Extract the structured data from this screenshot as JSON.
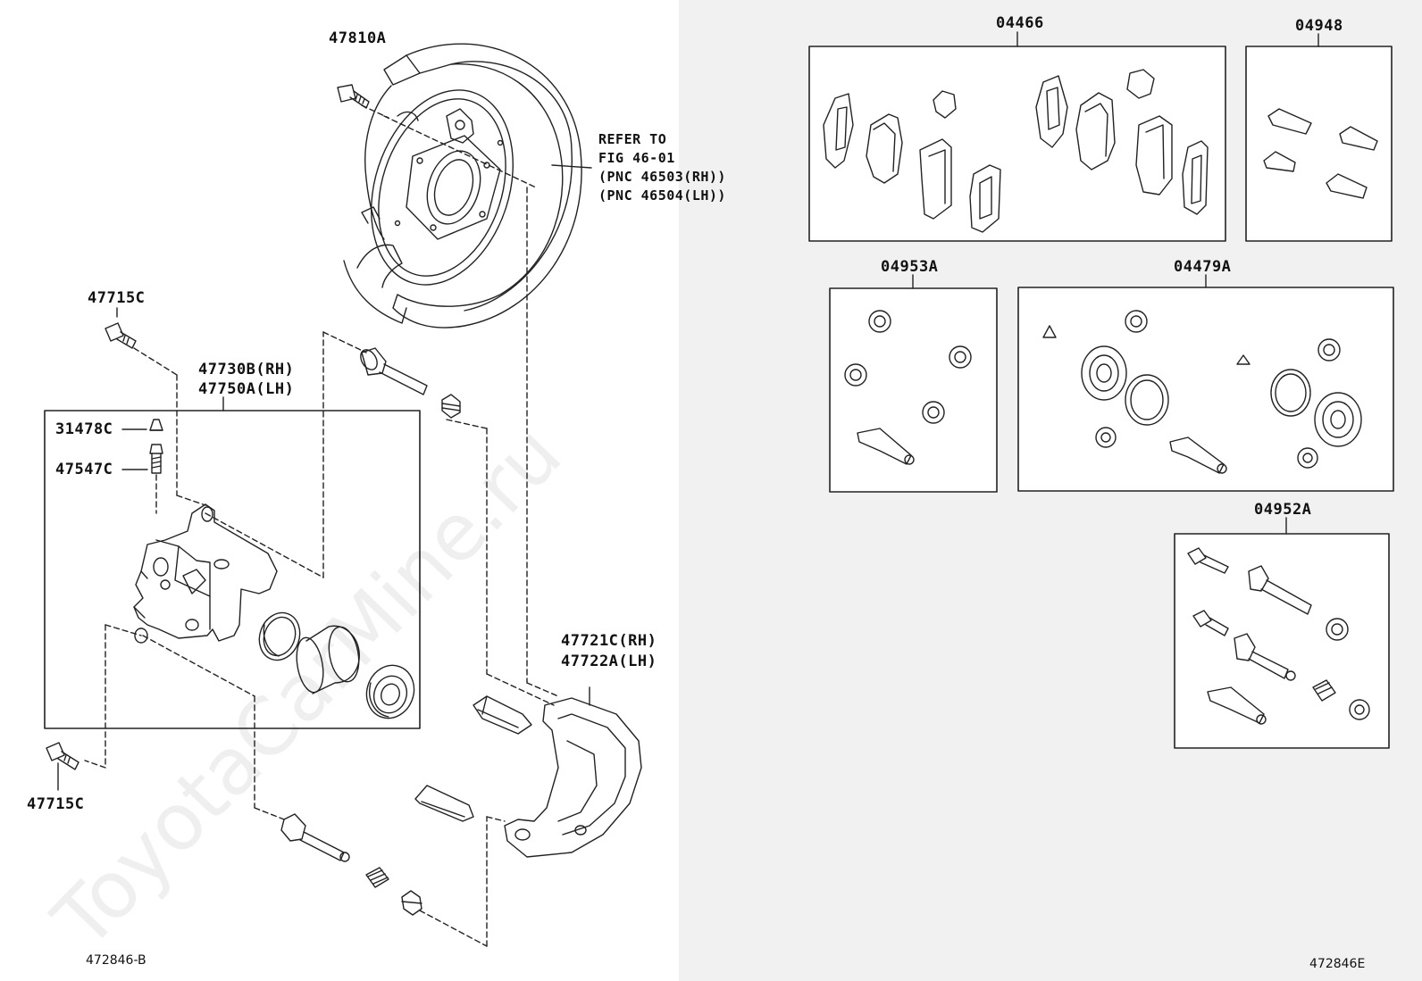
{
  "watermark": "ToyotaCarMine.ru",
  "labels": {
    "p47810A": "47810A",
    "refer": "REFER TO\nFIG 46-01\n(PNC 46503(RH))\n(PNC 46504(LH))",
    "p47715C_top": "47715C",
    "p47730B": "47730B(RH)",
    "p47750A": "47750A(LH)",
    "p31478C": "31478C",
    "p47547C": "47547C",
    "p47721C": "47721C(RH)",
    "p47722A": "47722A(LH)",
    "p47715C_bottom": "47715C",
    "k04466": "04466",
    "k04948": "04948",
    "k04953A": "04953A",
    "k04479A": "04479A",
    "k04952A": "04952A"
  },
  "codes": {
    "left": "472846-B",
    "right": "472846E"
  },
  "colors": {
    "line": "#222222",
    "panel_bg": "#f1f1f1",
    "page_bg": "#ffffff"
  }
}
